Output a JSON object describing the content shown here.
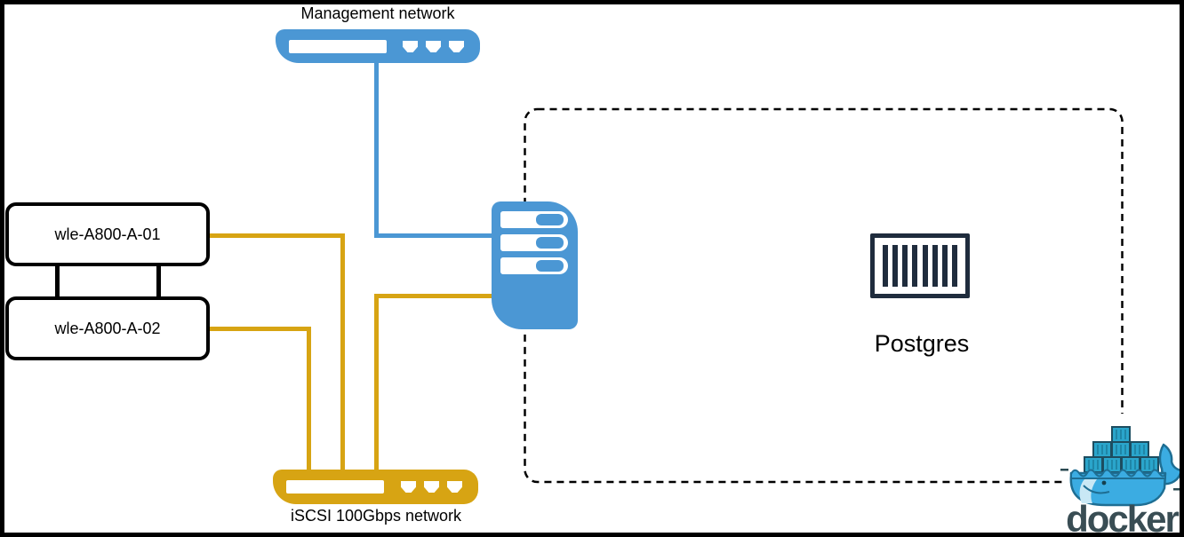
{
  "networks": {
    "management": {
      "label": "Management network",
      "color": "#4B97D4"
    },
    "iscsi": {
      "label": "iSCSI 100Gbps network",
      "color": "#D7A413"
    }
  },
  "hosts": [
    {
      "label": "wle-A800-A-01"
    },
    {
      "label": "wle-A800-A-02"
    }
  ],
  "docker_host": {
    "container_label": "Postgres",
    "logo_wordmark": "docker"
  },
  "icons": {
    "management_switch": "network-switch-icon",
    "iscsi_switch": "network-switch-icon",
    "storage_server": "server-icon",
    "postgres_container": "container-icon",
    "docker_logo": "docker-whale-logo"
  },
  "colors": {
    "management_blue": "#4B97D4",
    "iscsi_gold": "#D7A413",
    "container_outline_navy": "#1F2C3D",
    "docker_wordmark": "#394D54",
    "docker_whale_blue": "#3BACE2",
    "link_black": "#000000",
    "frame_border": "#000000"
  },
  "connections": [
    {
      "from": "wle-A800-A-01",
      "to": "iSCSI 100Gbps network",
      "color": "#D7A413"
    },
    {
      "from": "wle-A800-A-02",
      "to": "iSCSI 100Gbps network",
      "color": "#D7A413"
    },
    {
      "from": "storage-server",
      "to": "iSCSI 100Gbps network",
      "color": "#D7A413"
    },
    {
      "from": "storage-server",
      "to": "Management network",
      "color": "#4B97D4"
    },
    {
      "from": "wle-A800-A-01",
      "to": "wle-A800-A-02",
      "color": "#000000",
      "links": 2
    }
  ]
}
